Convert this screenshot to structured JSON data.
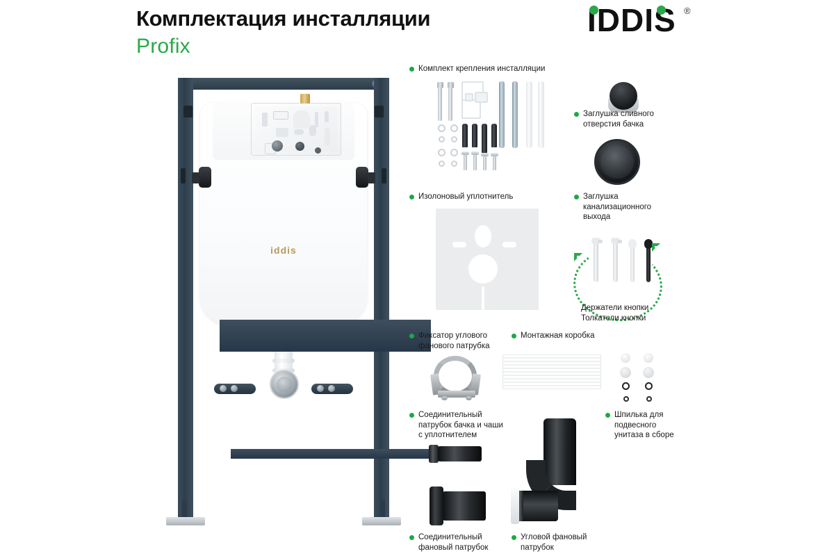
{
  "header": {
    "title": "Комплектация инсталляции",
    "product_line": "Profix",
    "brand": "IDDIS",
    "brand_mark": "®",
    "accent_color": "#2ba84a",
    "bullet_color": "#1DA845",
    "frame_color": "#2d3e4c"
  },
  "parts": {
    "mounting_kit": "Комплект крепления инсталляции",
    "tank_drain_plug": "Заглушка сливного\nотверстия бачка",
    "tank_drain_plug_l1": "Заглушка сливного",
    "tank_drain_plug_l2": "отверстия бачка",
    "isolon_seal": "Изолоновый уплотнитель",
    "sewer_outlet_plug_l1": "Заглушка",
    "sewer_outlet_plug_l2": "канализационного",
    "sewer_outlet_plug_l3": "выхода",
    "button_holders": "Держатели кнопки",
    "button_pushers": "Толкатели кнопки",
    "angle_pipe_fixer_l1": "Фиксатор углового",
    "angle_pipe_fixer_l2": "фанового патрубка",
    "mounting_box": "Монтажная коробка",
    "tank_bowl_connector_l1": "Соединительный",
    "tank_bowl_connector_l2": "патрубок бачка и чаши",
    "tank_bowl_connector_l3": "с уплотнителем",
    "wc_stud_l1": "Шпилька для",
    "wc_stud_l2": "подвесного",
    "wc_stud_l3": "унитаза в сборе",
    "connector_pipe_l1": "Соединительный",
    "connector_pipe_l2": "фановый патрубок",
    "angle_pipe_l1": "Угловой фановый",
    "angle_pipe_l2": "патрубок"
  },
  "frame": {
    "cistern_brand": "iddis"
  }
}
